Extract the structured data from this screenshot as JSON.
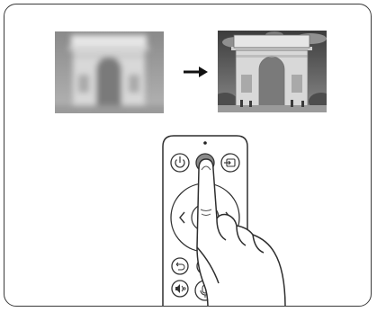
{
  "illustration": {
    "before_image": "blurred-arc-de-triomphe",
    "after_image": "sharp-arc-de-triomphe",
    "arrow_icon": "arrow-right-icon",
    "remote": {
      "indicator": "status-led",
      "buttons": [
        {
          "name": "power-button",
          "icon": "power-icon"
        },
        {
          "name": "focus-button",
          "icon": "focus-icon",
          "highlight": "#8a8a8a"
        },
        {
          "name": "input-button",
          "icon": "input-source-icon"
        },
        {
          "name": "left-button",
          "icon": "chevron-left-icon"
        },
        {
          "name": "right-button",
          "icon": "chevron-right-icon"
        },
        {
          "name": "back-button",
          "icon": "back-icon"
        },
        {
          "name": "home-button",
          "icon": "home-icon"
        },
        {
          "name": "volume-button",
          "icon": "volume-icon"
        },
        {
          "name": "voice-button",
          "icon": "microphone-icon"
        }
      ]
    },
    "finger": "pointing-hand"
  }
}
